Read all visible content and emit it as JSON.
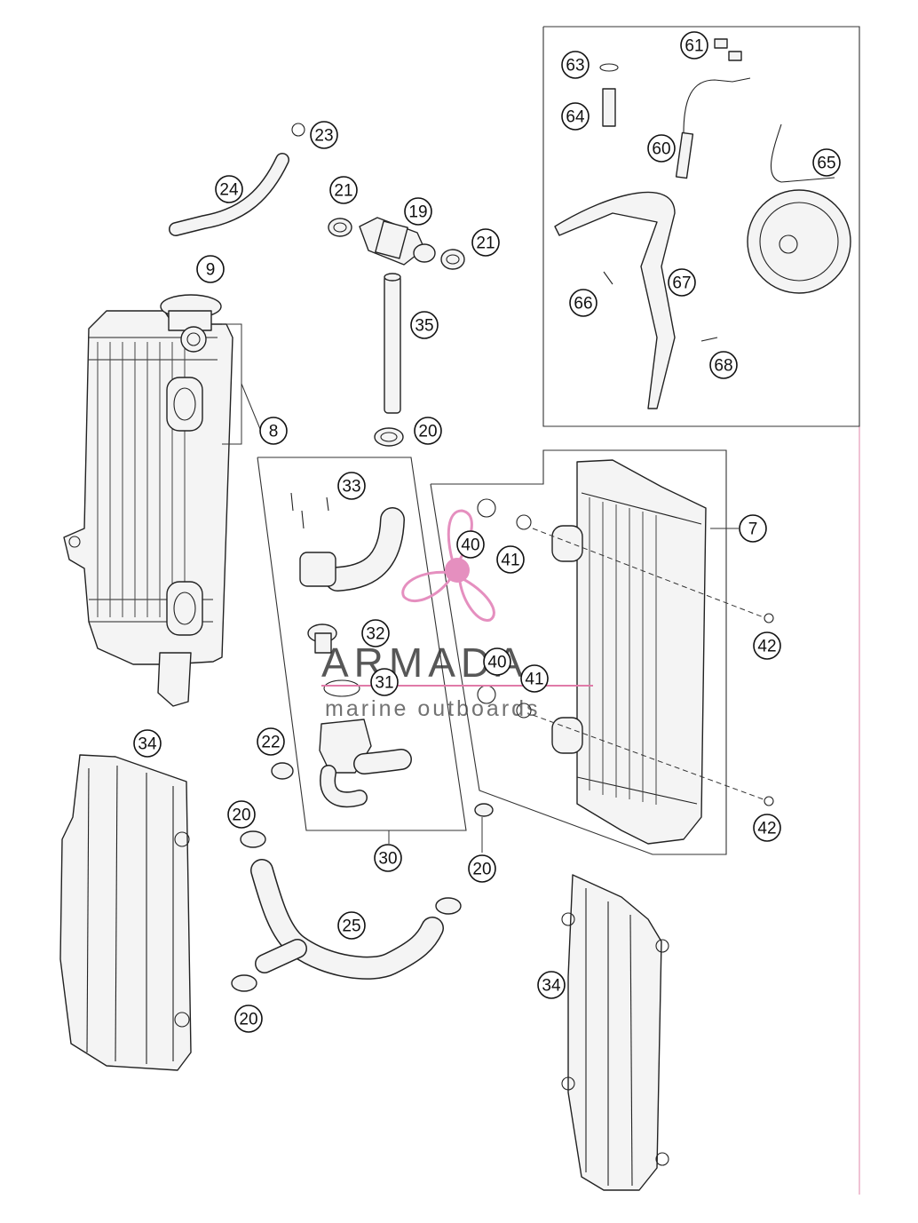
{
  "callouts": [
    {
      "label": "9"
    },
    {
      "label": "8"
    },
    {
      "label": "24"
    },
    {
      "label": "23"
    },
    {
      "label": "21"
    },
    {
      "label": "19"
    },
    {
      "label": "21"
    },
    {
      "label": "35"
    },
    {
      "label": "20"
    },
    {
      "label": "33"
    },
    {
      "label": "32"
    },
    {
      "label": "31"
    },
    {
      "label": "30"
    },
    {
      "label": "22"
    },
    {
      "label": "20"
    },
    {
      "label": "20"
    },
    {
      "label": "25"
    },
    {
      "label": "20"
    },
    {
      "label": "34"
    },
    {
      "label": "34"
    },
    {
      "label": "7"
    },
    {
      "label": "40"
    },
    {
      "label": "41"
    },
    {
      "label": "40"
    },
    {
      "label": "41"
    },
    {
      "label": "42"
    },
    {
      "label": "42"
    },
    {
      "label": "61"
    },
    {
      "label": "63"
    },
    {
      "label": "64"
    },
    {
      "label": "60"
    },
    {
      "label": "65"
    },
    {
      "label": "66"
    },
    {
      "label": "67"
    },
    {
      "label": "68"
    }
  ],
  "watermark": {
    "title": "ARMADA",
    "subtitle": "marine outboards",
    "accent_color": "#e58fbf",
    "line_color": "#e07aa8"
  },
  "colors": {
    "line": "#222222",
    "part_fill": "#f4f4f4",
    "page_edge": "#e59ab8"
  }
}
